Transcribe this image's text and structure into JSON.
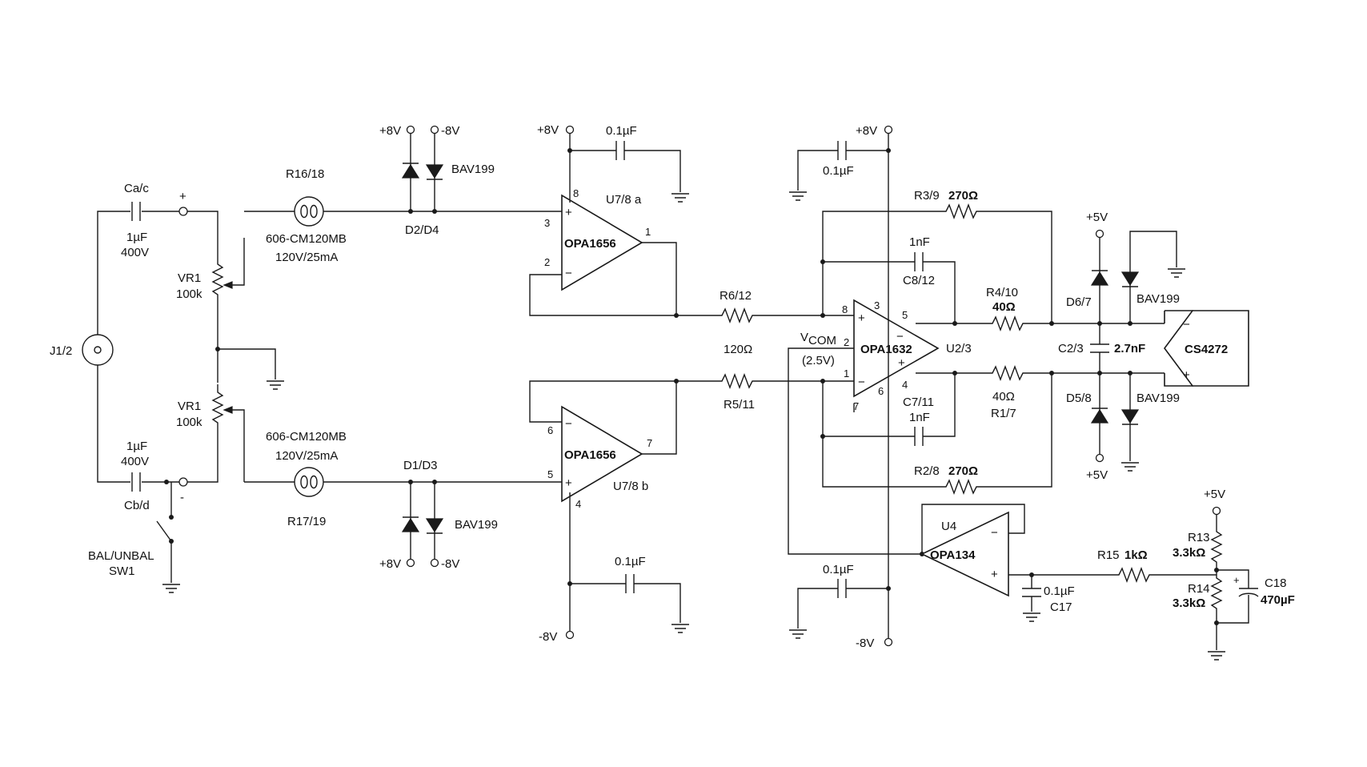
{
  "labels": {
    "j12": "J1/2",
    "cac": "Ca/c",
    "plus_in": "+",
    "cap_in_top_v": "1µF",
    "cap_in_top_r": "400V",
    "cap_in_bot_v": "1µF",
    "cap_in_bot_r": "400V",
    "cbd": "Cb/d",
    "minus_in": "-",
    "vr1_top": "VR1",
    "vr1_top_v": "100k",
    "vr1_bot": "VR1",
    "vr1_bot_v": "100k",
    "bal": "BAL/UNBAL",
    "sw1": "SW1",
    "r1618": "R16/18",
    "ptc_top": "606-CM120MB",
    "ptc_top_r": "120V/25mA",
    "ptc_bot": "606-CM120MB",
    "ptc_bot_r": "120V/25mA",
    "r1719": "R17/19",
    "d24": "D2/D4",
    "d13": "D1/D3",
    "bav_top": "BAV199",
    "bav_bot": "BAV199",
    "p8v_d_top": "+8V",
    "m8v_d_top": "-8V",
    "p8v_d_bot": "+8V",
    "m8v_d_bot": "-8V",
    "p8v_u7a": "+8V",
    "cap_u7a": "0.1µF",
    "u7a": "U7/8 a",
    "opa1656_a": "OPA1656",
    "pin3": "3",
    "pin2": "2",
    "pin8a": "8",
    "pin1": "1",
    "opa1656_b": "OPA1656",
    "pin6": "6",
    "pin5": "5",
    "pin7": "7",
    "pin4b": "4",
    "u7b": "U7/8 b",
    "cap_u7b": "0.1µF",
    "m8v_u7b": "-8V",
    "r612": "R6/12",
    "r120": "120Ω",
    "r511": "R5/11",
    "vcom": "V",
    "vcom_sub": "COM",
    "vcom_v": "(2.5V)",
    "p8v_u2": "+8V",
    "cap_u2_top": "0.1µF",
    "cap_u2_bot": "0.1µF",
    "m8v_u2": "-8V",
    "r39": "R3/9",
    "r39_v": "270Ω",
    "c812_v": "1nF",
    "c812": "C8/12",
    "opa1632": "OPA1632",
    "u23": "U2/3",
    "pin8u2": "8",
    "pin3u2": "3",
    "pin2u2": "2",
    "pin1u2": "1",
    "pin5u2": "5",
    "pin4u2": "4",
    "pin6u2": "6",
    "pin7u2": "7",
    "plus_sym": "+",
    "minus_sym": "−",
    "c711": "C7/11",
    "c711_v": "1nF",
    "r28": "R2/8",
    "r28_v": "270Ω",
    "r410": "R4/10",
    "r410_v": "40Ω",
    "r17_v": "40Ω",
    "r17": "R1/7",
    "p5v_top": "+5V",
    "p5v_bot": "+5V",
    "d67": "D6/7",
    "d58": "D5/8",
    "bav_r_top": "BAV199",
    "bav_r_bot": "BAV199",
    "c23": "C2/3",
    "c23_v": "2.7nF",
    "cs4272": "CS4272",
    "u4": "U4",
    "opa134": "OPA134",
    "r15": "R15",
    "r15_v": "1kΩ",
    "c17_v": "0.1µF",
    "c17": "C17",
    "p5v_ref": "+5V",
    "r13": "R13",
    "r13_v": "3.3kΩ",
    "r14": "R14",
    "r14_v": "3.3kΩ",
    "c18": "C18",
    "c18_v": "470µF"
  }
}
